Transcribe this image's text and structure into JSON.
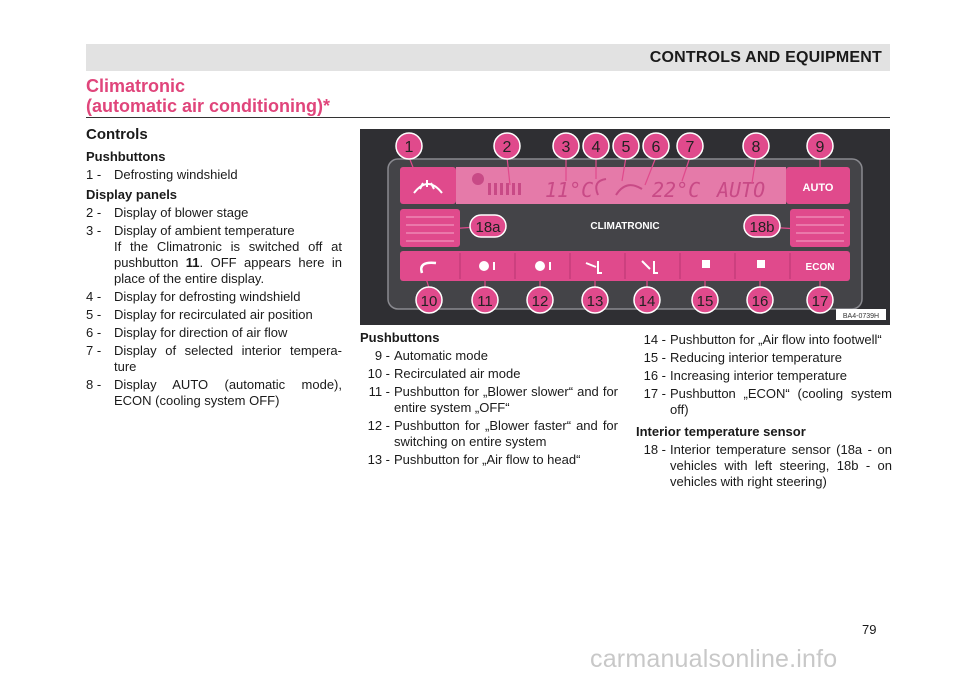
{
  "header": {
    "section": "CONTROLS AND EQUIPMENT"
  },
  "title": {
    "line1": "Climatronic",
    "line2": "(automatic air conditioning)*"
  },
  "controls": {
    "heading": "Controls",
    "pushbuttons_heading": "Pushbuttons",
    "pushbuttons": [
      {
        "num": "1 -",
        "text": "Defrosting windshield"
      }
    ],
    "display_heading": "Display panels",
    "display_items": [
      {
        "num": "2 -",
        "text": "Display of blower stage"
      },
      {
        "num": "3 -",
        "text": "Display of ambient temperature",
        "extra_pre": "If the Climatronic is switched off at pushbutton ",
        "extra_bold": "11",
        "extra_post": ". OFF appears here in place of the entire display."
      },
      {
        "num": "4 -",
        "text": "Display for defrosting windshield"
      },
      {
        "num": "5 -",
        "text": "Display for recirculated air position"
      },
      {
        "num": "6 -",
        "text": "Display for direction of air flow"
      },
      {
        "num": "7 -",
        "text": "Display of selected interior tempera- ture"
      },
      {
        "num": "8 -",
        "text": "Display AUTO (automatic mode), ECON (cooling system OFF)"
      }
    ]
  },
  "pushbuttons_col2": {
    "heading": "Pushbuttons",
    "items": [
      {
        "num": "9 -",
        "text": "Automatic mode"
      },
      {
        "num": "10 -",
        "text": "Recirculated air mode"
      },
      {
        "num": "11 -",
        "text": "Pushbutton for „Blower slower“ and for entire system „OFF“"
      },
      {
        "num": "12 -",
        "text": "Pushbutton for „Blower faster“ and for switching on entire system"
      },
      {
        "num": "13 -",
        "text": "Pushbutton for „Air flow to head“"
      }
    ]
  },
  "col3": {
    "items": [
      {
        "num": "14 -",
        "text": "Pushbutton for „Air flow into footwell“"
      },
      {
        "num": "15 -",
        "text": "Reducing interior temperature"
      },
      {
        "num": "16 -",
        "text": "Increasing interior temperature"
      },
      {
        "num": "17 -",
        "text": "Pushbutton „ECON“ (cooling system off)"
      }
    ],
    "sensor_heading": "Interior temperature sensor",
    "sensor_items": [
      {
        "num": "18 -",
        "text": "Interior temperature sensor (18a - on vehicles with left steering, 18b - on vehicles with right steering)"
      }
    ]
  },
  "figure": {
    "callouts_top": [
      "1",
      "2",
      "3",
      "4",
      "5",
      "6",
      "7",
      "8",
      "9"
    ],
    "callouts_bottom": [
      "10",
      "11",
      "12",
      "13",
      "14",
      "15",
      "16",
      "17"
    ],
    "sensor_left": "18a",
    "sensor_right": "18b",
    "panel_name": "CLIMATRONIC",
    "auto_label": "AUTO",
    "econ_label": "ECON",
    "display_ambient": "11°C",
    "display_interior": "22°C",
    "display_mode": "AUTO",
    "figure_code": "BA4-0739H"
  },
  "page_number": "79",
  "watermark": "carmanualsonline.info"
}
